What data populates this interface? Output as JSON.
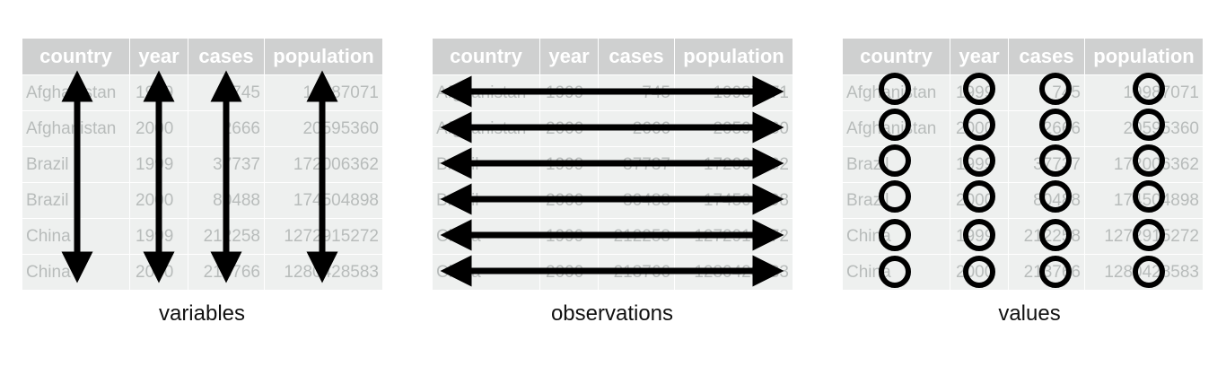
{
  "columns": [
    "country",
    "year",
    "cases",
    "population"
  ],
  "rows": [
    [
      "Afghanistan",
      "1999",
      "745",
      "19987071"
    ],
    [
      "Afghanistan",
      "2000",
      "2666",
      "20595360"
    ],
    [
      "Brazil",
      "1999",
      "37737",
      "172006362"
    ],
    [
      "Brazil",
      "2000",
      "80488",
      "174504898"
    ],
    [
      "China",
      "1999",
      "212258",
      "1272915272"
    ],
    [
      "China",
      "2000",
      "213766",
      "1280428583"
    ]
  ],
  "captions": {
    "variables": "variables",
    "observations": "observations",
    "values": "values"
  },
  "colors": {
    "header_bg": "#cfd0d0",
    "cell_bg": "#eef0ef",
    "cell_text": "#b8bcbb",
    "mark": "#000000"
  }
}
